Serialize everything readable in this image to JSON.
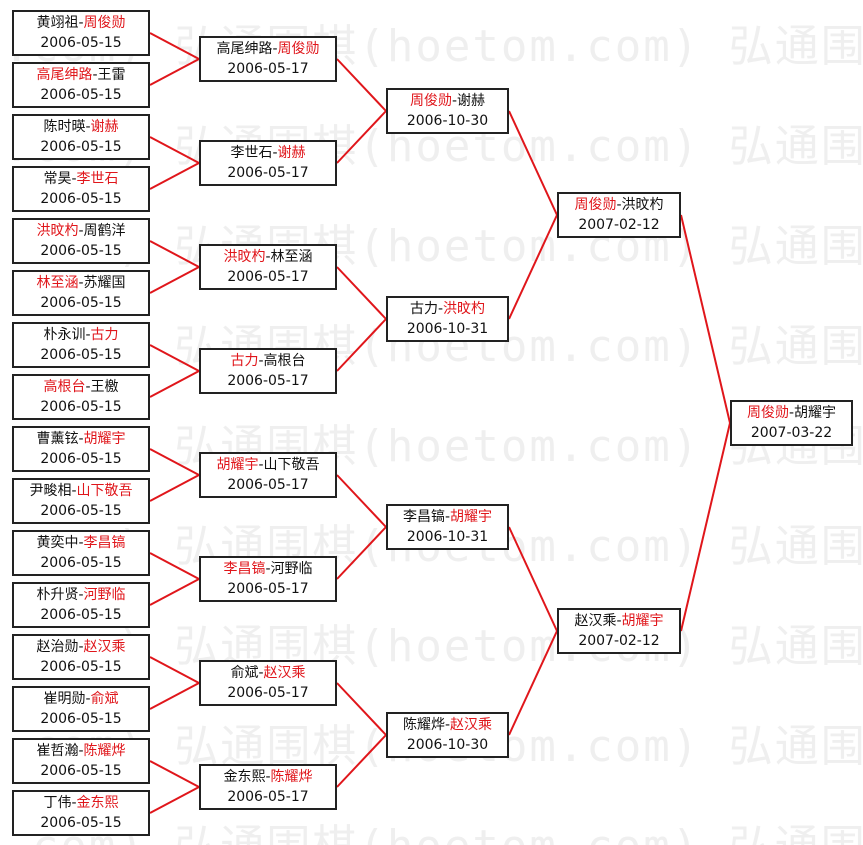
{
  "watermark": "弘通围棋(hoetom.com)",
  "colors": {
    "winner": "#e0161b",
    "line": "#e0161b",
    "border": "#222222"
  },
  "rounds": [
    [
      {
        "p1": "黄翊祖",
        "p2": "周俊勋",
        "w": 2,
        "date": "2006-05-15"
      },
      {
        "p1": "高尾绅路",
        "p2": "王雷",
        "w": 1,
        "date": "2006-05-15"
      },
      {
        "p1": "陈时暎",
        "p2": "谢赫",
        "w": 2,
        "date": "2006-05-15"
      },
      {
        "p1": "常昊",
        "p2": "李世石",
        "w": 2,
        "date": "2006-05-15"
      },
      {
        "p1": "洪旼杓",
        "p2": "周鹤洋",
        "w": 1,
        "date": "2006-05-15"
      },
      {
        "p1": "林至涵",
        "p2": "苏耀国",
        "w": 1,
        "date": "2006-05-15"
      },
      {
        "p1": "朴永训",
        "p2": "古力",
        "w": 2,
        "date": "2006-05-15"
      },
      {
        "p1": "高根台",
        "p2": "王檄",
        "w": 1,
        "date": "2006-05-15"
      },
      {
        "p1": "曹薰铉",
        "p2": "胡耀宇",
        "w": 2,
        "date": "2006-05-15"
      },
      {
        "p1": "尹畯相",
        "p2": "山下敬吾",
        "w": 2,
        "date": "2006-05-15"
      },
      {
        "p1": "黄奕中",
        "p2": "李昌镐",
        "w": 2,
        "date": "2006-05-15"
      },
      {
        "p1": "朴升贤",
        "p2": "河野临",
        "w": 2,
        "date": "2006-05-15"
      },
      {
        "p1": "赵治勋",
        "p2": "赵汉乘",
        "w": 2,
        "date": "2006-05-15"
      },
      {
        "p1": "崔明勋",
        "p2": "俞斌",
        "w": 2,
        "date": "2006-05-15"
      },
      {
        "p1": "崔哲瀚",
        "p2": "陈耀烨",
        "w": 2,
        "date": "2006-05-15"
      },
      {
        "p1": "丁伟",
        "p2": "金东熙",
        "w": 2,
        "date": "2006-05-15"
      }
    ],
    [
      {
        "p1": "高尾绅路",
        "p2": "周俊勋",
        "w": 2,
        "date": "2006-05-17"
      },
      {
        "p1": "李世石",
        "p2": "谢赫",
        "w": 2,
        "date": "2006-05-17"
      },
      {
        "p1": "洪旼杓",
        "p2": "林至涵",
        "w": 1,
        "date": "2006-05-17"
      },
      {
        "p1": "古力",
        "p2": "高根台",
        "w": 1,
        "date": "2006-05-17"
      },
      {
        "p1": "胡耀宇",
        "p2": "山下敬吾",
        "w": 1,
        "date": "2006-05-17"
      },
      {
        "p1": "李昌镐",
        "p2": "河野临",
        "w": 1,
        "date": "2006-05-17"
      },
      {
        "p1": "俞斌",
        "p2": "赵汉乘",
        "w": 2,
        "date": "2006-05-17"
      },
      {
        "p1": "金东熙",
        "p2": "陈耀烨",
        "w": 2,
        "date": "2006-05-17"
      }
    ],
    [
      {
        "p1": "周俊勋",
        "p2": "谢赫",
        "w": 1,
        "date": "2006-10-30"
      },
      {
        "p1": "古力",
        "p2": "洪旼杓",
        "w": 2,
        "date": "2006-10-31"
      },
      {
        "p1": "李昌镐",
        "p2": "胡耀宇",
        "w": 2,
        "date": "2006-10-31"
      },
      {
        "p1": "陈耀烨",
        "p2": "赵汉乘",
        "w": 2,
        "date": "2006-10-30"
      }
    ],
    [
      {
        "p1": "周俊勋",
        "p2": "洪旼杓",
        "w": 1,
        "date": "2007-02-12"
      },
      {
        "p1": "赵汉乘",
        "p2": "胡耀宇",
        "w": 2,
        "date": "2007-02-12"
      }
    ],
    [
      {
        "p1": "周俊勋",
        "p2": "胡耀宇",
        "w": 1,
        "date": "2007-03-22"
      }
    ]
  ]
}
